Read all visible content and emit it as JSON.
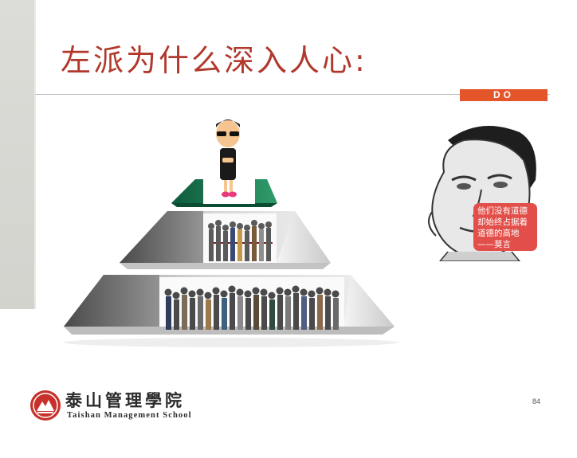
{
  "slide": {
    "title": "左派为什么深入人心:",
    "section_tag": "DO",
    "quote_lines": [
      "他们没有道德",
      "却始终占据着",
      "道德的高地",
      "——莫言"
    ],
    "school_name_cn": "泰山管理學院",
    "school_name_en": "Taishan Management School",
    "page_number": "84"
  },
  "colors": {
    "title": "#b1382c",
    "accent_bar": "#e4562a",
    "quote_box": "#e24f4a",
    "sidebar": "#d6d6d1"
  },
  "icons": [
    "pyramid-illustration",
    "top-figure-sunglasses",
    "crowd-figures",
    "caricature-portrait",
    "school-logo"
  ]
}
